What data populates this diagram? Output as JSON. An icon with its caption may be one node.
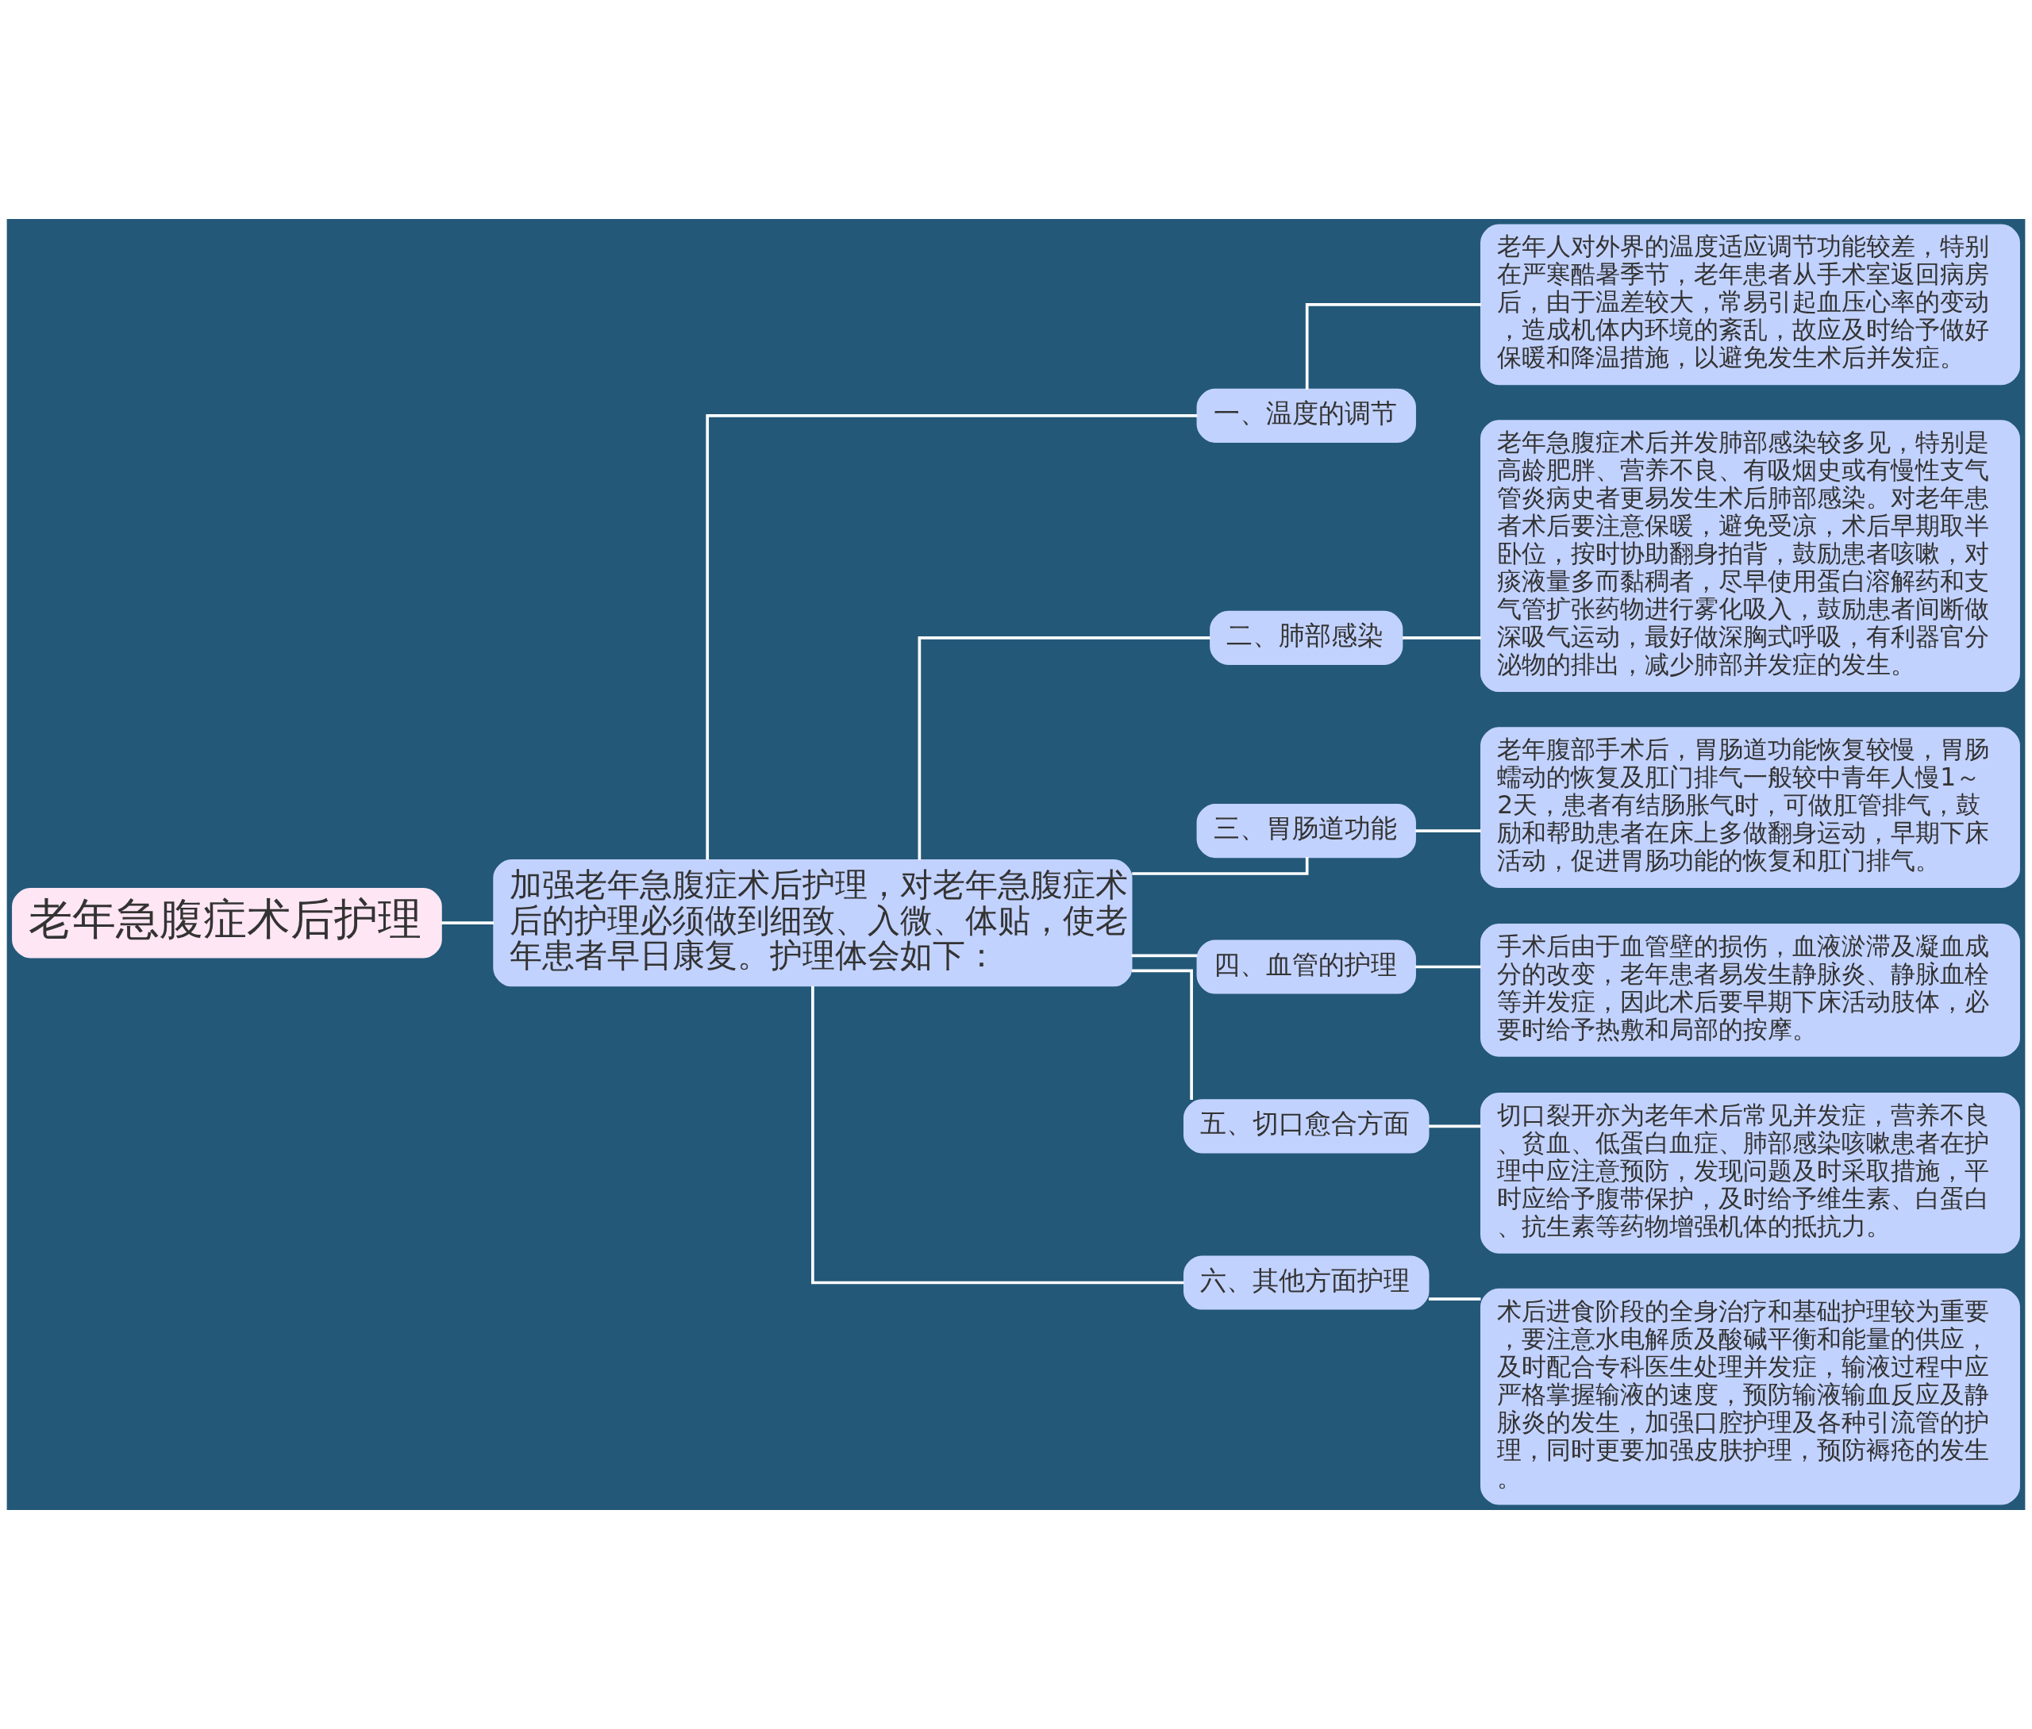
{
  "diagram": {
    "nodes": [
      {
        "text": [
          "老年急腹症术后护理"
        ]
      },
      {
        "text": [
          "加强老年急腹症术后护理，对老年急腹症术后的护理必须做到细致、入微、体贴，使老年患者早日康复。护理体会如下："
        ]
      },
      {
        "text": [
          "一、温度的调节"
        ]
      },
      {
        "text": [
          "老年人对外界的温度适应调节功能较差，特别在严寒酷暑季节，老年患者从手术室返回病房后，由于温差较大，常易引起血压心率的变动，造成机体内环境的紊乱，故应及时给予做好保暖和降温措施，以避免发生术后并发症。"
        ]
      },
      {
        "text": [
          "二、肺部感染"
        ]
      },
      {
        "text": [
          "老年急腹症术后并发肺部感染较多见，特别是高龄肥胖、营养不良、有吸烟史或有慢性支气管炎病史者更易发生术后肺部感染。对老年患者术后要注意保暖，避免受凉，术后早期取半卧位，按时协助翻身拍背，鼓励患者咳嗽，对痰液量多而黏稠者，尽早使用蛋白溶解药和支气管扩张药物进行雾化吸入，鼓励患者间断做深吸气运动，最好做深胸式呼吸，有利器官分泌物的排出，减少肺部并发症的发生。"
        ]
      },
      {
        "text": [
          "三、胃肠道功能"
        ]
      },
      {
        "text": [
          "老年腹部手术后，胃肠道功能恢复较慢，胃肠蠕动的恢复及肛门排气一般较中青年人慢1～2天，患者有结肠胀气时，可做肛管排气，鼓励和帮助患者在床上多做翻身运动，早期下床活动，促进胃肠功能的恢复和肛门排气。"
        ]
      },
      {
        "text": [
          "四、血管的护理"
        ]
      },
      {
        "text": [
          "手术后由于血管壁的损伤，血液淤滞及凝血成分的改变，老年患者易发生静脉炎、静脉血栓等并发症，因此术后要早期下床活动肢体，必要时给予热敷和局部的按摩。"
        ]
      },
      {
        "text": [
          "五、切口愈合方面"
        ]
      },
      {
        "text": [
          "切口裂开亦为老年术后常见并发症，营养不良、贫血、低蛋白血症、肺部感染咳嗽患者在护理中应注意预防，发现问题及时采取措施，平时应给予腹带保护，及时给予维生素、白蛋白、抗生素等药物增强机体的抵抗力。"
        ]
      },
      {
        "text": [
          "六、其他方面护理"
        ]
      },
      {
        "text": [
          "术后进食阶段的全身治疗和基础护理较为重要，要注意水电解质及酸碱平衡和能量的供应，及时配合专科医生处理并发症，输液过程中应严格掌握输液的速度，预防输液输血反应及静脉炎的发生，加强口腔护理及各种引流管的护理，同时更要加强皮肤护理，预防褥疮的发生。"
        ]
      }
    ],
    "edges": [
      {
        "from": 0,
        "to": 1,
        "arrow": "none"
      },
      {
        "from": 1,
        "to": 2,
        "arrow": "none"
      },
      {
        "from": 2,
        "to": 3,
        "arrow": "none"
      },
      {
        "from": 1,
        "to": 4,
        "arrow": "none"
      },
      {
        "from": 4,
        "to": 5,
        "arrow": "none"
      },
      {
        "from": 1,
        "to": 6,
        "arrow": "none"
      },
      {
        "from": 6,
        "to": 7,
        "arrow": "none"
      },
      {
        "from": 1,
        "to": 8,
        "arrow": "none"
      },
      {
        "from": 8,
        "to": 9,
        "arrow": "none"
      },
      {
        "from": 1,
        "to": 10,
        "arrow": "none"
      },
      {
        "from": 10,
        "to": 11,
        "arrow": "none"
      },
      {
        "from": 1,
        "to": 12,
        "arrow": "none"
      },
      {
        "from": 12,
        "to": 13,
        "arrow": "none"
      }
    ]
  }
}
